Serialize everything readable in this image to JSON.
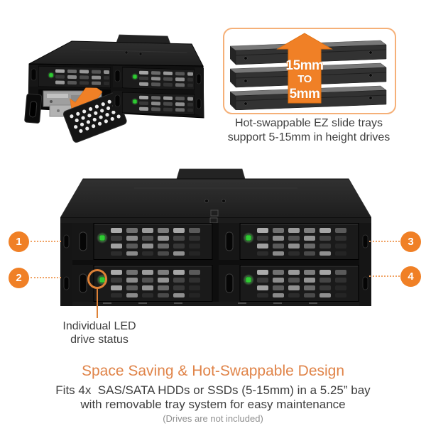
{
  "feature": {
    "arrow_top": "15mm",
    "arrow_mid": "TO",
    "arrow_bottom": "5mm",
    "caption_line1": "Hot-swappable EZ slide trays",
    "caption_line2": "support 5-15mm in height drives"
  },
  "callouts": [
    "1",
    "2",
    "3",
    "4"
  ],
  "led_callout": {
    "line1": "Individual LED",
    "line2": "drive status"
  },
  "footer": {
    "heading": "Space Saving & Hot-Swappable Design",
    "line1": "Fits 4x  SAS/SATA HDDs or SSDs (5-15mm) in a 5.25” bay",
    "line2": "with removable tray system for easy maintenance",
    "note": "(Drives are not included)"
  },
  "colors": {
    "accent_orange": "#F08026",
    "accent_dark": "#DD6E12",
    "heading_orange": "#E08449",
    "box_border": "#F5B078",
    "leader_dots": "#F0A263",
    "body_text": "#3F3F3F",
    "muted_text": "#8F8F8F",
    "led_green": "#2FCB33",
    "chassis_dark": "#131313"
  }
}
